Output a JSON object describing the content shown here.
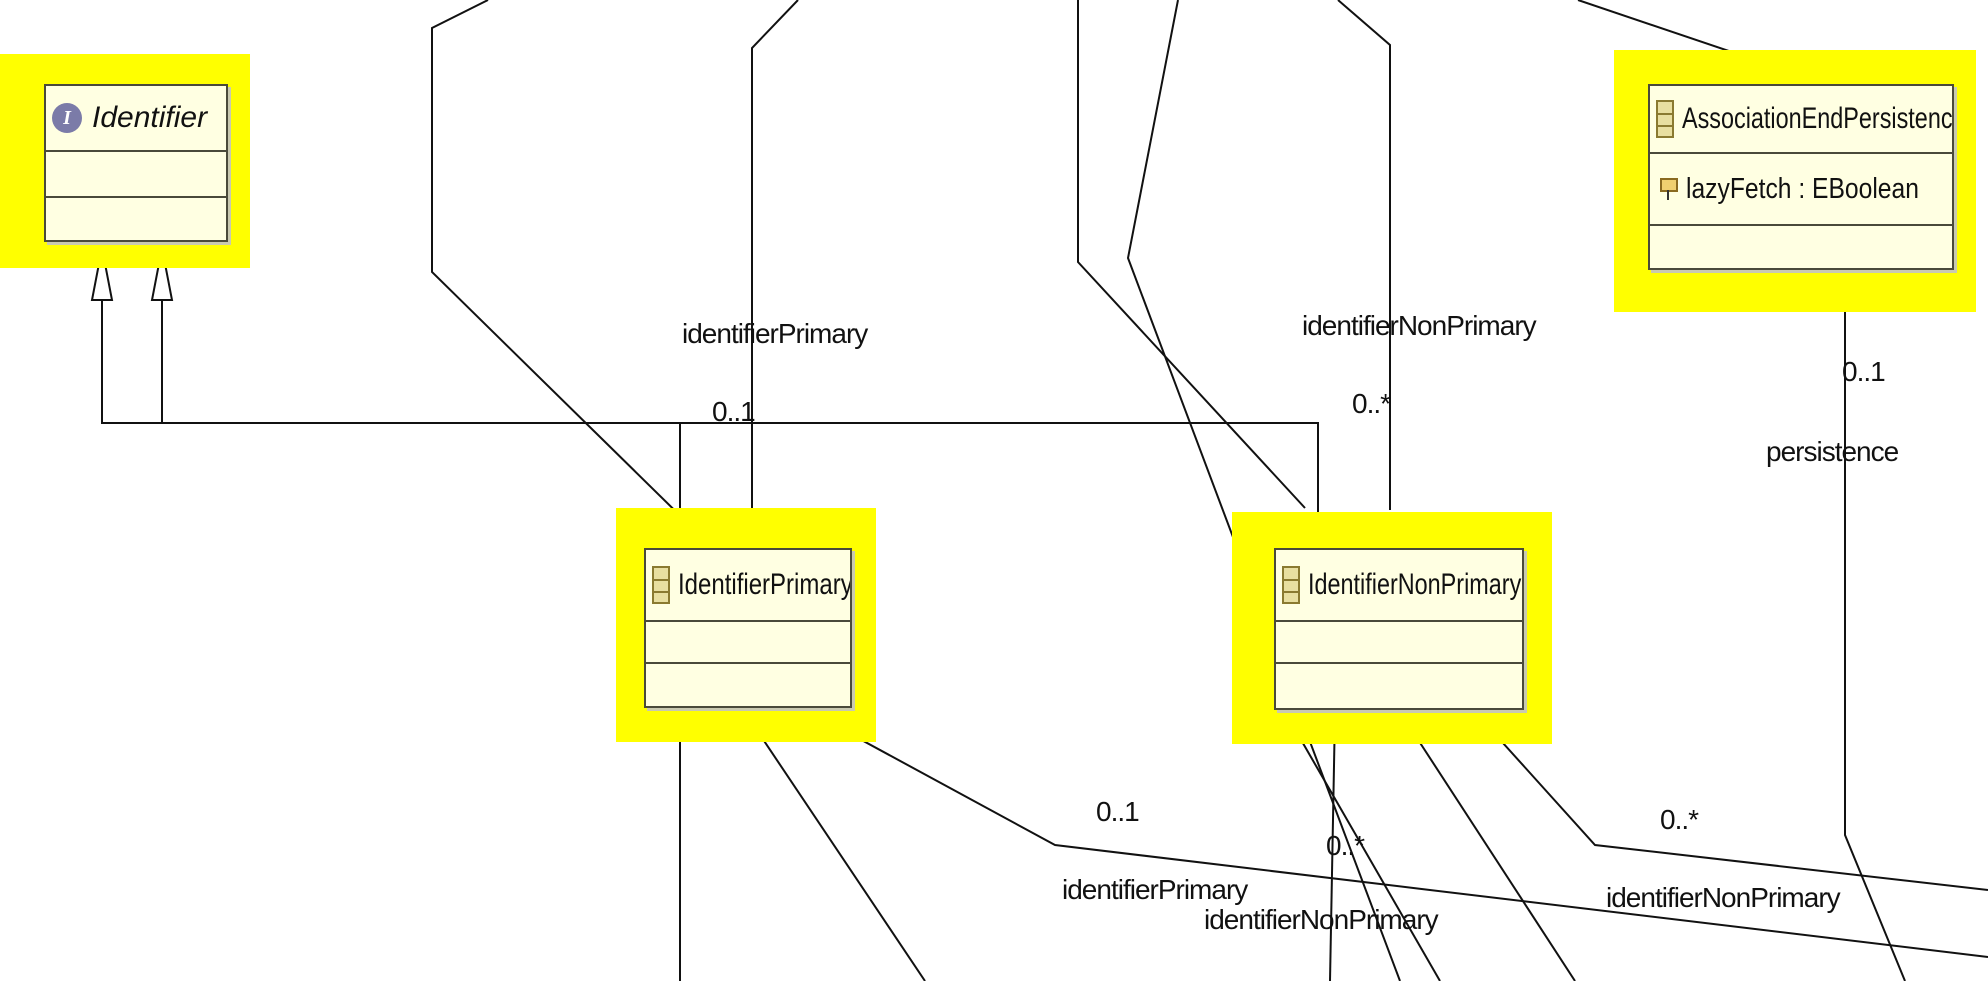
{
  "colors": {
    "highlight": "#ffff00",
    "class_fill": "#ffffe2",
    "class_border": "#4a4a3a",
    "line": "#111111"
  },
  "classes": {
    "identifier": {
      "name": "Identifier",
      "icon": "interface-icon",
      "abstract": true
    },
    "identifier_primary": {
      "name": "IdentifierPrimary",
      "icon": "class-icon"
    },
    "identifier_non_primary": {
      "name": "IdentifierNonPrimary",
      "icon": "class-icon"
    },
    "association_end_persistence": {
      "name": "AssociationEndPersistence",
      "icon": "class-icon",
      "attributes": [
        "lazyFetch : EBoolean"
      ]
    }
  },
  "labels": {
    "identifier_primary_top": "identifierPrimary",
    "mult_primary_top": "0..1",
    "identifier_non_primary_top": "identifierNonPrimary",
    "mult_non_primary_top": "0..*",
    "mult_persistence": "0..1",
    "persistence": "persistence",
    "mult_primary_bottom": "0..1",
    "identifier_primary_bottom": "identifierPrimary",
    "mult_non_primary_bottom_left": "0..*",
    "identifier_non_primary_bottom_left": "identifierNonPrimary",
    "mult_non_primary_bottom_right": "0..*",
    "identifier_non_primary_bottom_right": "identifierNonPrimary"
  }
}
